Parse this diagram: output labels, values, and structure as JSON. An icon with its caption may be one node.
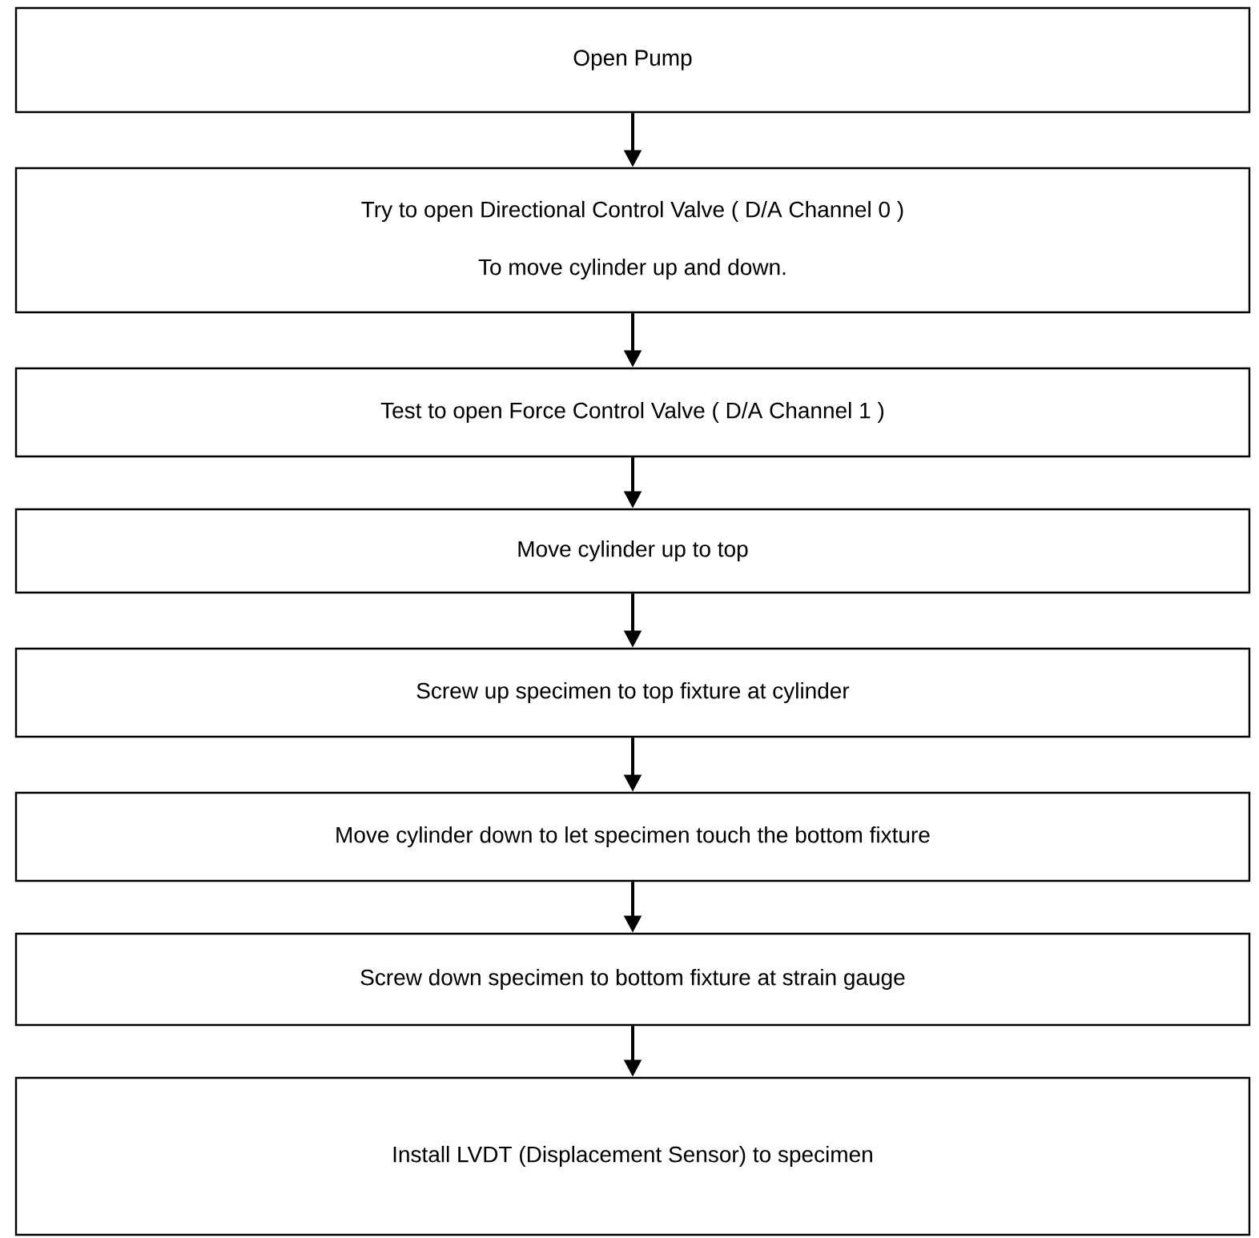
{
  "diagram": {
    "nodes": [
      {
        "text": [
          "Open Pump"
        ]
      },
      {
        "text": [
          "Try to open Directional Control Valve ( D/A Channel 0 )",
          "To move cylinder up and down."
        ]
      },
      {
        "text": [
          "Test to open Force Control Valve ( D/A Channel 1 )"
        ]
      },
      {
        "text": [
          "Move cylinder up to top"
        ]
      },
      {
        "text": [
          "Screw up specimen to top fixture at cylinder"
        ]
      },
      {
        "text": [
          "Move cylinder down to let specimen touch the bottom fixture"
        ]
      },
      {
        "text": [
          "Screw down specimen to bottom fixture at strain gauge"
        ]
      },
      {
        "text": [
          "Install LVDT (Displacement Sensor) to specimen"
        ]
      }
    ],
    "edges": [
      {
        "from": 0,
        "to": 1,
        "arrow": "to"
      },
      {
        "from": 1,
        "to": 2,
        "arrow": "to"
      },
      {
        "from": 2,
        "to": 3,
        "arrow": "to"
      },
      {
        "from": 3,
        "to": 4,
        "arrow": "to"
      },
      {
        "from": 4,
        "to": 5,
        "arrow": "to"
      },
      {
        "from": 5,
        "to": 6,
        "arrow": "to"
      },
      {
        "from": 6,
        "to": 7,
        "arrow": "to"
      }
    ]
  }
}
